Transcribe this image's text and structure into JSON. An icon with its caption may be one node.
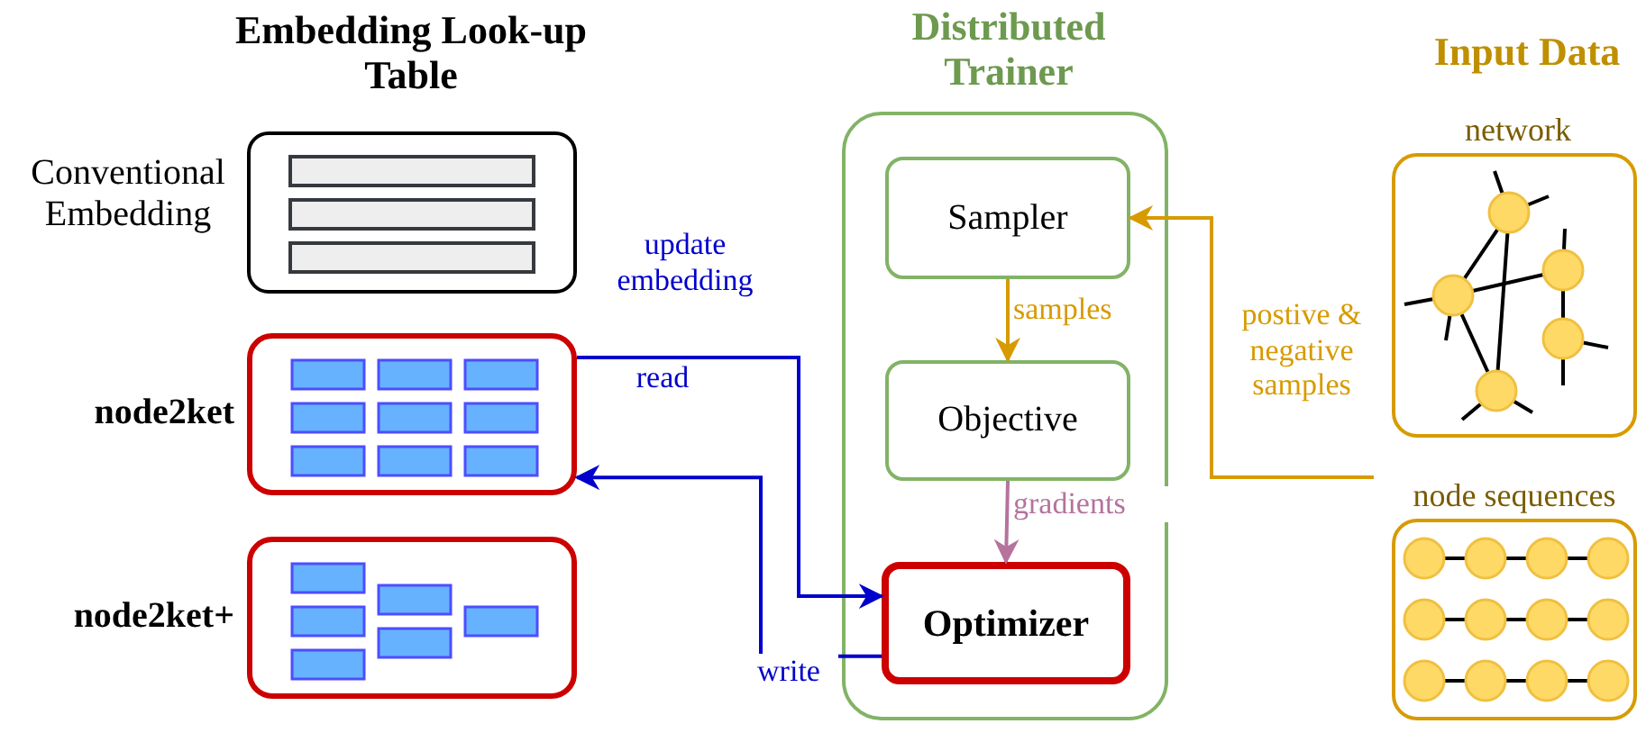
{
  "diagram": {
    "nodes": [
      {
        "text": [
          "Conventional Embedding"
        ]
      },
      {
        "text": [
          "node2ket"
        ]
      },
      {
        "text": [
          "node2ket+"
        ]
      },
      {
        "text": [
          "Distributed Trainer"
        ]
      },
      {
        "text": [
          "Sampler"
        ],
        "in": 3
      },
      {
        "text": [
          "Objective"
        ],
        "in": 3
      },
      {
        "text": [
          "Optimizer"
        ],
        "in": 3
      },
      {
        "text": [
          "network"
        ]
      },
      {
        "text": [
          "node sequences"
        ]
      }
    ],
    "edges": [
      {
        "from": 1,
        "to": 6,
        "arrow": "to",
        "label": "read",
        "color": "#0000cc"
      },
      {
        "from": 6,
        "to": 1,
        "arrow": "to",
        "label": "write",
        "color": "#0000cc"
      },
      {
        "from": 4,
        "to": 5,
        "arrow": "to",
        "label": "samples",
        "color": "#d79b00"
      },
      {
        "from": 5,
        "to": 6,
        "arrow": "to",
        "label": "gradients",
        "color": "#b5739d"
      },
      {
        "from": null,
        "to": 4,
        "arrow": "to",
        "label": "postive & negative samples",
        "color": "#d79b00"
      }
    ],
    "labels": [
      "Embedding Look-up Table",
      "Input Data",
      "update embedding"
    ]
  }
}
